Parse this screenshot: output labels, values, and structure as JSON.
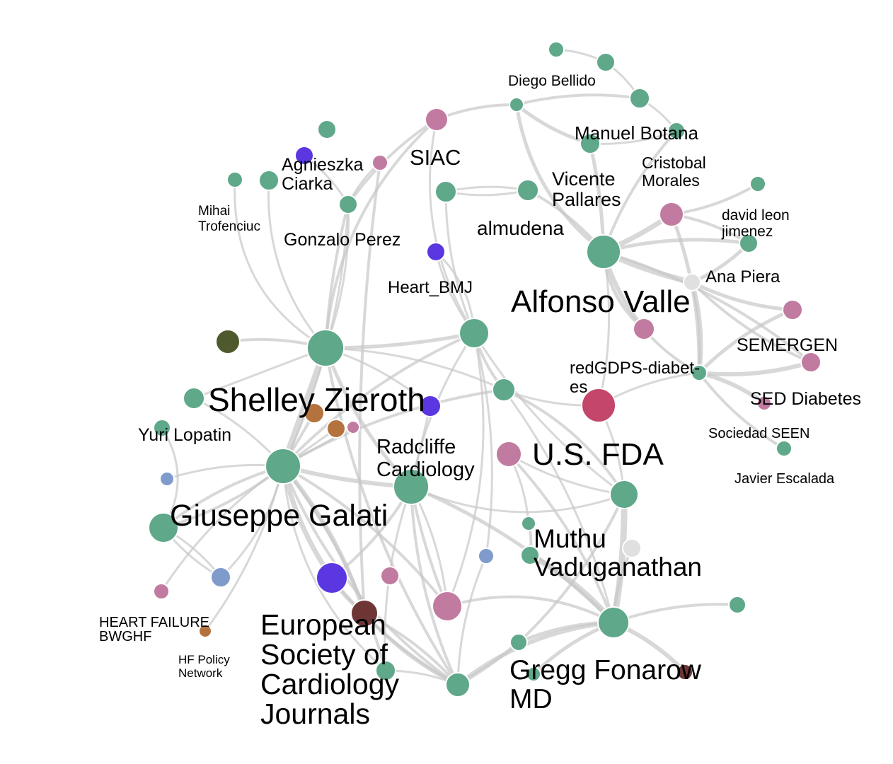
{
  "colors": {
    "green": "#5fa88a",
    "pink": "#c27ba0",
    "purple": "#5b37e1",
    "olive": "#4e5a2e",
    "brown": "#b4733e",
    "maroon": "#6e3535",
    "crimson": "#c4466a",
    "blue": "#7f9bcc",
    "grey": "#e0e0e0",
    "edge": "#c8c8c8",
    "node_stroke": "#ffffff"
  },
  "labels": [
    "Diego Bellido",
    "Manuel Botana",
    "Cristobal Morales",
    "SIAC",
    "Agnieszka Ciarka",
    "Vicente Pallares",
    "david leon jimenez",
    "Mihai Trofenciuc",
    "Gonzalo Perez",
    "almudena",
    "Ana Piera",
    "Heart_BMJ",
    "Alfonso Valle",
    "SEMERGEN",
    "redGDPS-diabet-es",
    "Shelley Zieroth",
    "SED Diabetes",
    "Sociedad SEEN",
    "Yuri Lopatin",
    "Radcliffe Cardiology",
    "U.S. FDA",
    "Javier Escalada",
    "Giuseppe Galati",
    "Muthu Vaduganathan",
    "HEART FAILURE BWGHF",
    "European Society of Cardiology Journals",
    "HF Policy Network",
    "Gregg Fonarow MD"
  ]
}
